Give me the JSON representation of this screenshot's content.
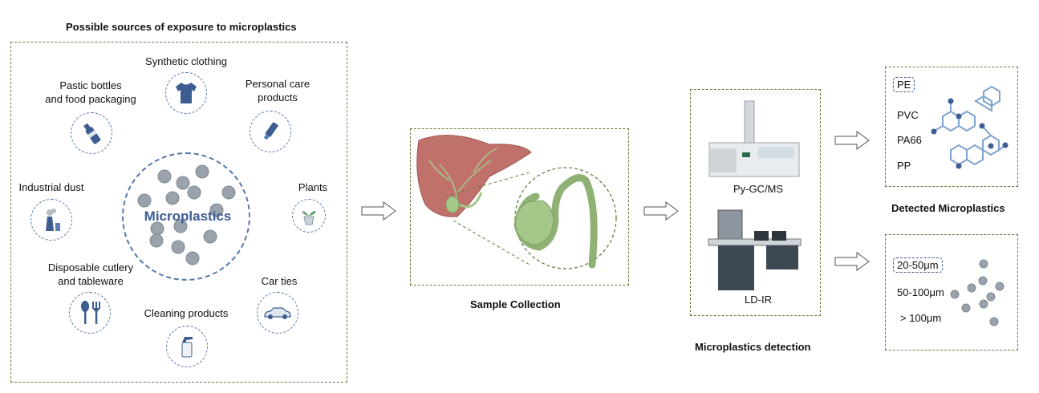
{
  "sources_panel": {
    "title": "Possible sources of exposure to microplastics",
    "center_label": "Microplastics",
    "items": [
      {
        "label": "Synthetic clothing",
        "icon": "tshirt-icon"
      },
      {
        "label": "Personal care\nproducts",
        "icon": "tube-icon"
      },
      {
        "label": "Plants",
        "icon": "plant-pot-icon"
      },
      {
        "label": "Car ties",
        "icon": "car-icon"
      },
      {
        "label": "Cleaning products",
        "icon": "spray-bottle-icon"
      },
      {
        "label": "Disposable cutlery\nand tableware",
        "icon": "cutlery-icon"
      },
      {
        "label": "Industrial dust",
        "icon": "factory-icon"
      },
      {
        "label": "Pastic bottles\nand food packaging",
        "icon": "bottle-icon"
      }
    ]
  },
  "sample_panel": {
    "title": "Sample Collection",
    "icon": "liver-gallbladder-icon"
  },
  "detection_panel": {
    "title": "Microplastics detection",
    "methods": [
      {
        "label": "Py-GC/MS",
        "icon": "gc-ms-instrument-icon"
      },
      {
        "label": "LD-IR",
        "icon": "ld-ir-instrument-icon"
      }
    ]
  },
  "detected_panel": {
    "title": "Detected Microplastics",
    "polymers": [
      "PE",
      "PVC",
      "PA66",
      "PP"
    ],
    "icon": "molecule-structure-icon"
  },
  "size_panel": {
    "sizes": [
      "20-50μm",
      "50-100μm",
      "> 100μm"
    ]
  },
  "colors": {
    "panel_border": "#6e7a3f",
    "ring": "#5577aa",
    "icon": "#3d5d91",
    "particle": "#9aa3ab",
    "molecule": "#7ea3d0",
    "liver": "#c1716b",
    "gallbladder": "#a6c78a"
  }
}
